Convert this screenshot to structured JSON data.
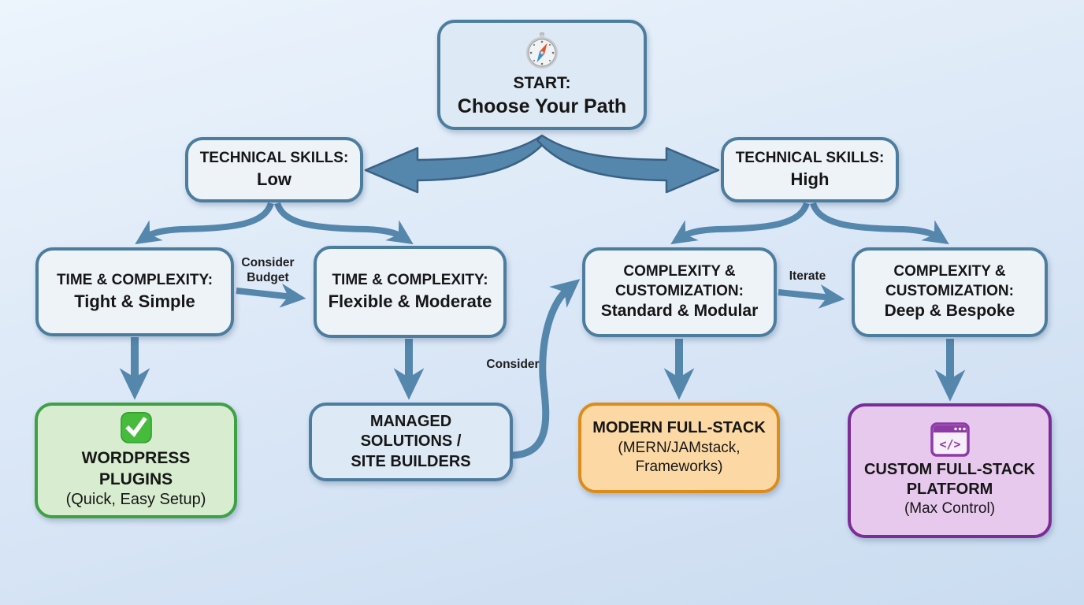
{
  "colors": {
    "background_top": "#ecf4fc",
    "background_mid": "#d9e6f6",
    "background_bottom": "#cadcf0",
    "arrow": "#5586ac",
    "arrow_outline": "#3a6284",
    "node_fill": "#eef3f8",
    "node_fill_blue": "#dde9f4",
    "node_border": "#4d7d9e",
    "green_fill": "#d8edd0",
    "green_border": "#3fa044",
    "orange_fill": "#fcd9a4",
    "orange_border": "#dd8c1c",
    "purple_fill": "#e7c9ed",
    "purple_border": "#7b2d96",
    "text": "#161616"
  },
  "nodes": {
    "start": {
      "icon": "compass-icon",
      "line1": "START:",
      "line2": "Choose Your Path"
    },
    "skills_low": {
      "line1": "TECHNICAL SKILLS:",
      "line2": "Low"
    },
    "skills_high": {
      "line1": "TECHNICAL SKILLS:",
      "line2": "High"
    },
    "time_tight": {
      "line1": "TIME & COMPLEXITY:",
      "line2": "Tight & Simple"
    },
    "time_flexible": {
      "line1": "TIME & COMPLEXITY:",
      "line2": "Flexible & Moderate"
    },
    "custom_standard": {
      "line1": "COMPLEXITY &",
      "line2": "CUSTOMIZATION:",
      "line3": "Standard & Modular"
    },
    "custom_deep": {
      "line1": "COMPLEXITY &",
      "line2": "CUSTOMIZATION:",
      "line3": "Deep & Bespoke"
    },
    "wordpress": {
      "icon": "check-icon",
      "line1": "WORDPRESS PLUGINS",
      "line2": "(Quick, Easy Setup)"
    },
    "managed": {
      "line1": "MANAGED SOLUTIONS /",
      "line2": "SITE BUILDERS"
    },
    "modern": {
      "line1": "MODERN FULL-STACK",
      "line2": "(MERN/JAMstack,",
      "line3": "Frameworks)"
    },
    "custom_platform": {
      "icon": "code-window-icon",
      "line1": "CUSTOM FULL-STACK",
      "line2": "PLATFORM",
      "line3": "(Max Control)"
    }
  },
  "edge_labels": {
    "consider_budget_line1": "Consider",
    "consider_budget_line2": "Budget",
    "iterate": "Iterate",
    "consider": "Consider"
  }
}
